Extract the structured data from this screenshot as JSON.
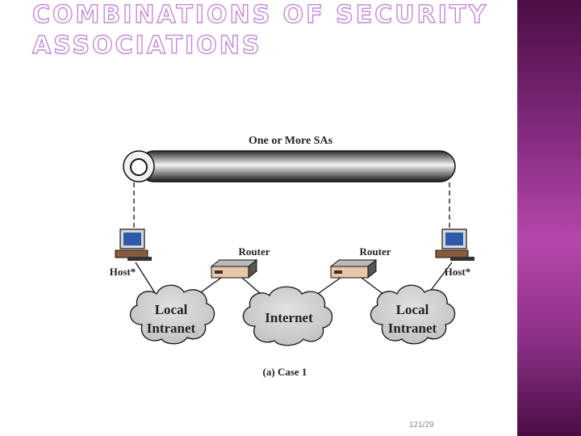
{
  "slide": {
    "title_line1": "COMBINATIONS OF SECURITY",
    "title_line2": "ASSOCIATIONS",
    "page_number": "121/29"
  },
  "diagram": {
    "tunnel_label": "One or More SAs",
    "router_left": "Router",
    "router_right": "Router",
    "host_left": "Host*",
    "host_right": "Host*",
    "cloud_left_line1": "Local",
    "cloud_left_line2": "Intranet",
    "cloud_center": "Internet",
    "cloud_right_line1": "Local",
    "cloud_right_line2": "Intranet",
    "caption": "(a) Case 1"
  },
  "colors": {
    "sidebar": "#8c2f86",
    "title_outline": "#c48ad8",
    "cloud": "#cfcfcf",
    "router_body": "#e8c7a8"
  }
}
